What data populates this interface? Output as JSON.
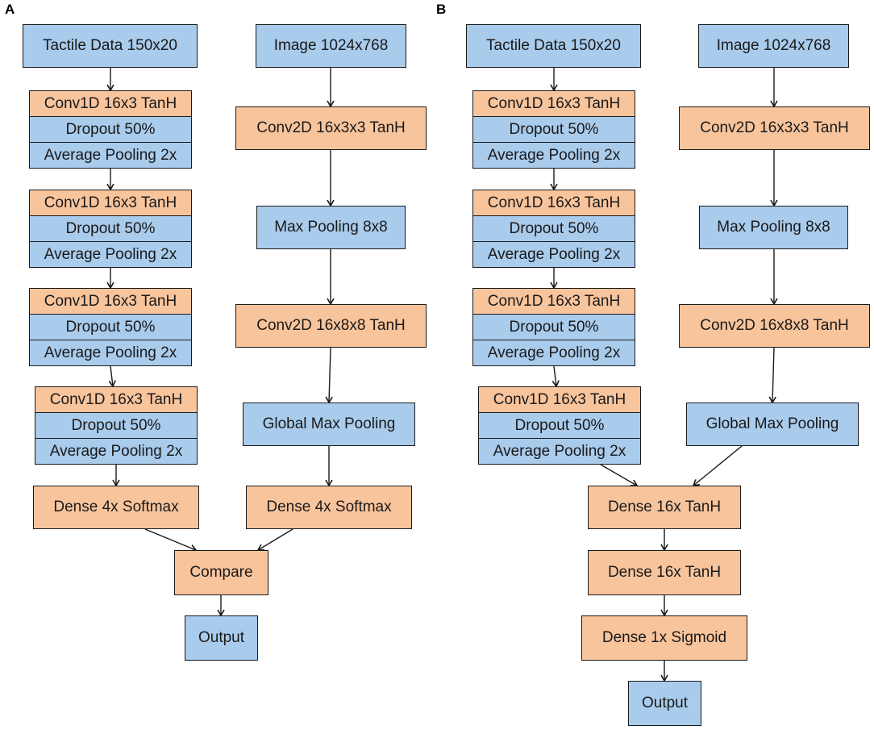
{
  "panels": [
    {
      "label": "A",
      "tactile_input": "Tactile Data 150x20",
      "image_input": "Image 1024x768",
      "conv_stacks": [
        [
          "Conv1D 16x3 TanH",
          "Dropout 50%",
          "Average Pooling 2x"
        ],
        [
          "Conv1D 16x3 TanH",
          "Dropout 50%",
          "Average Pooling 2x"
        ],
        [
          "Conv1D 16x3 TanH",
          "Dropout 50%",
          "Average Pooling 2x"
        ],
        [
          "Conv1D 16x3 TanH",
          "Dropout 50%",
          "Average Pooling 2x"
        ]
      ],
      "image_branch": [
        "Conv2D 16x3x3 TanH",
        "Max Pooling 8x8",
        "Conv2D 16x8x8 TanH",
        "Global Max Pooling"
      ],
      "tactile_dense": "Dense 4x Softmax",
      "image_dense": "Dense 4x Softmax",
      "merge": "Compare",
      "output": "Output"
    },
    {
      "label": "B",
      "tactile_input": "Tactile Data 150x20",
      "image_input": "Image 1024x768",
      "conv_stacks": [
        [
          "Conv1D 16x3 TanH",
          "Dropout 50%",
          "Average Pooling 2x"
        ],
        [
          "Conv1D 16x3 TanH",
          "Dropout 50%",
          "Average Pooling 2x"
        ],
        [
          "Conv1D 16x3 TanH",
          "Dropout 50%",
          "Average Pooling 2x"
        ],
        [
          "Conv1D 16x3 TanH",
          "Dropout 50%",
          "Average Pooling 2x"
        ]
      ],
      "image_branch": [
        "Conv2D 16x3x3 TanH",
        "Max Pooling 8x8",
        "Conv2D 16x8x8 TanH",
        "Global Max Pooling"
      ],
      "head": [
        "Dense 16x TanH",
        "Dense 16x TanH",
        "Dense 1x Sigmoid"
      ],
      "output": "Output"
    }
  ],
  "colors": {
    "input_layer": "#a9cbec",
    "activation_layer": "#f8c49c",
    "border": "#1a1a1a"
  }
}
